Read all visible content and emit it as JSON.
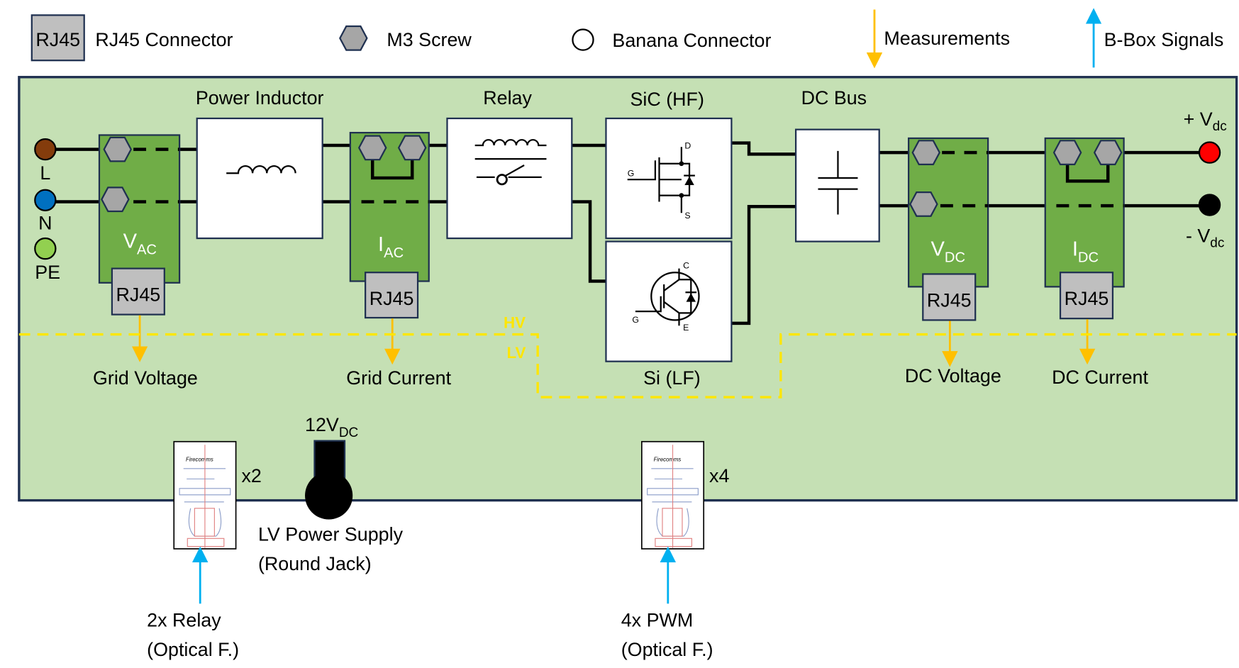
{
  "legend": {
    "rj45_box": "RJ45",
    "rj45": "RJ45 Connector",
    "screw": "M3 Screw",
    "banana": "Banana Connector",
    "measurements": "Measurements",
    "bbox": "B-Box Signals"
  },
  "colors": {
    "board": "#c5e0b4",
    "module": "#70ad47",
    "measurement_arrow": "#ffc000",
    "signal_arrow": "#00b0f0",
    "hv_lv_boundary": "#ffe600",
    "L": "#843c0c",
    "N": "#0070c0",
    "PE": "#92d050",
    "plus_vdc": "#ff0000",
    "minus_vdc": "#000000"
  },
  "blocks": {
    "inductor": "Power Inductor",
    "relay": "Relay",
    "sic": "SiC (HF)",
    "si": "Si (LF)",
    "dcbus": "DC Bus",
    "mosfet_pins": {
      "d": "D",
      "g": "G",
      "s": "S"
    },
    "igbt_pins": {
      "c": "C",
      "g": "G",
      "e": "E"
    }
  },
  "terminals": {
    "L": "L",
    "N": "N",
    "PE": "PE",
    "plus": "+ V",
    "minus": "- V",
    "dc_sub": "dc"
  },
  "modules": {
    "vac": {
      "main": "V",
      "sub": "AC",
      "rj": "RJ45",
      "measure": "Grid Voltage"
    },
    "iac": {
      "main": "I",
      "sub": "AC",
      "rj": "RJ45",
      "measure": "Grid Current"
    },
    "vdc": {
      "main": "V",
      "sub": "DC",
      "rj": "RJ45",
      "measure": "DC Voltage"
    },
    "idc": {
      "main": "I",
      "sub": "DC",
      "rj": "RJ45",
      "measure": "DC Current"
    }
  },
  "zones": {
    "hv": "HV",
    "lv": "LV"
  },
  "bottom": {
    "relay_count": "x2",
    "pwm_count": "x4",
    "jack_main": "12V",
    "jack_sub": "DC",
    "lv_supply_1": "LV Power Supply",
    "lv_supply_2": "(Round Jack)",
    "relay_1": "2x Relay",
    "relay_2": "(Optical F.)",
    "pwm_1": "4x PWM",
    "pwm_2": "(Optical F.)",
    "connector_brand": "Firecomms"
  }
}
